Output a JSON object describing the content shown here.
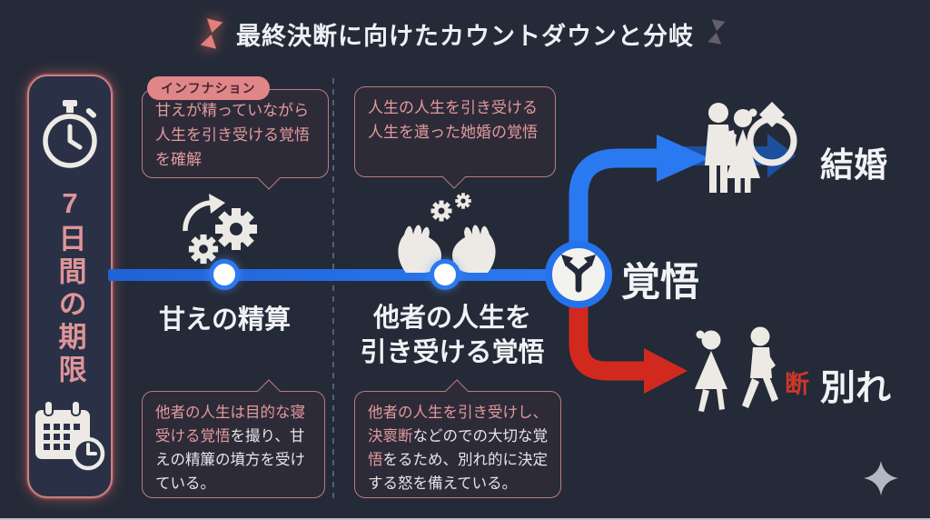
{
  "colors": {
    "background": "#242a38",
    "timeline_blue": "#2b79f0",
    "arrow_dark_blue": "#1e4f9e",
    "branch_red": "#d2291f",
    "accent_pink": "#e29a9c",
    "box_border": "#b97c80",
    "badge_bg": "#df8688"
  },
  "title": {
    "text": "最終決断に向けたカウントダウンと分岐",
    "icon": "hourglass"
  },
  "sidebar": {
    "label": "7日間の期限",
    "top_icon": "stopwatch",
    "bottom_icon": "calendar-clock"
  },
  "milestones": [
    {
      "badge": "インフナション",
      "icon": "gears-refresh",
      "top_box": [
        "甘えが精っていながら",
        "人生を引き受ける覚悟",
        "を確解"
      ],
      "label": [
        "甘えの精算"
      ],
      "bottom_box": [
        [
          {
            "t": "他者の人生は目的な寝",
            "hl": true
          }
        ],
        [
          {
            "t": "受ける覚悟",
            "hl": true
          },
          {
            "t": "を撮り、甘",
            "hl": false
          }
        ],
        [
          {
            "t": "えの精簾の墳方を受け",
            "hl": false
          }
        ],
        [
          {
            "t": "ている。",
            "hl": false
          }
        ]
      ]
    },
    {
      "icon": "hands-holding-gears",
      "top_box": [
        "人生の人生を引き受ける",
        "人生を遺った她婚の覚悟"
      ],
      "label": [
        "他者の人生を",
        "引き受ける覚悟"
      ],
      "bottom_box": [
        [
          {
            "t": "他者の人生を引き受けし、",
            "hl": true
          }
        ],
        [
          {
            "t": "決褱断",
            "hl": true
          },
          {
            "t": "などのでの大切な覚",
            "hl": false
          }
        ],
        [
          {
            "t": "悟",
            "hl": true
          },
          {
            "t": "をるため、別れ的に決定",
            "hl": false
          }
        ],
        [
          {
            "t": "する怒を備えている。",
            "hl": false
          }
        ]
      ]
    }
  ],
  "branch": {
    "label": "覚悟",
    "icon": "fork-arrows",
    "outcomes": [
      {
        "label": "結婚",
        "color": "blue",
        "icon": "couple-with-ring"
      },
      {
        "label": "別れ",
        "tag": "断",
        "color": "red",
        "icon": "couple-separating"
      }
    ]
  },
  "decor": {
    "sparkle_icon": "sparkle"
  }
}
